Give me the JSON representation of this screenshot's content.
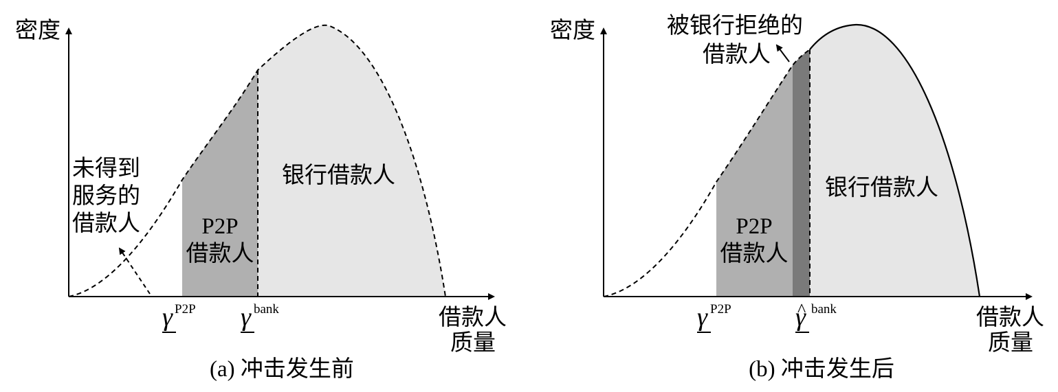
{
  "panel_a": {
    "y_axis_label": "密度",
    "x_axis_label_line1": "借款人",
    "x_axis_label_line2": "质量",
    "unserved_label_line1": "未得到",
    "unserved_label_line2": "服务的",
    "unserved_label_line3": "借款人",
    "p2p_region_line1": "P2P",
    "p2p_region_line2": "借款人",
    "bank_region_label": "银行借款人",
    "tick_p2p_symbol": "γ",
    "tick_p2p_superscript": "P2P",
    "tick_bank_symbol": "γ",
    "tick_bank_superscript": "bank",
    "caption": "(a) 冲击发生前"
  },
  "panel_b": {
    "y_axis_label": "密度",
    "x_axis_label_line1": "借款人",
    "x_axis_label_line2": "质量",
    "rejected_label_line1": "被银行拒绝的",
    "rejected_label_line2": "借款人",
    "p2p_region_line1": "P2P",
    "p2p_region_line2": "借款人",
    "bank_region_label": "银行借款人",
    "tick_p2p_symbol": "γ",
    "tick_p2p_superscript": "P2P",
    "tick_bank_symbol": "γ",
    "tick_bank_hat": "^",
    "tick_bank_superscript": "bank",
    "caption": "(b) 冲击发生后"
  },
  "colors": {
    "p2p_fill": "#b0b0b0",
    "bank_fill": "#e6e6e6",
    "rejected_fill": "#7a7a7a",
    "line": "#000000"
  }
}
